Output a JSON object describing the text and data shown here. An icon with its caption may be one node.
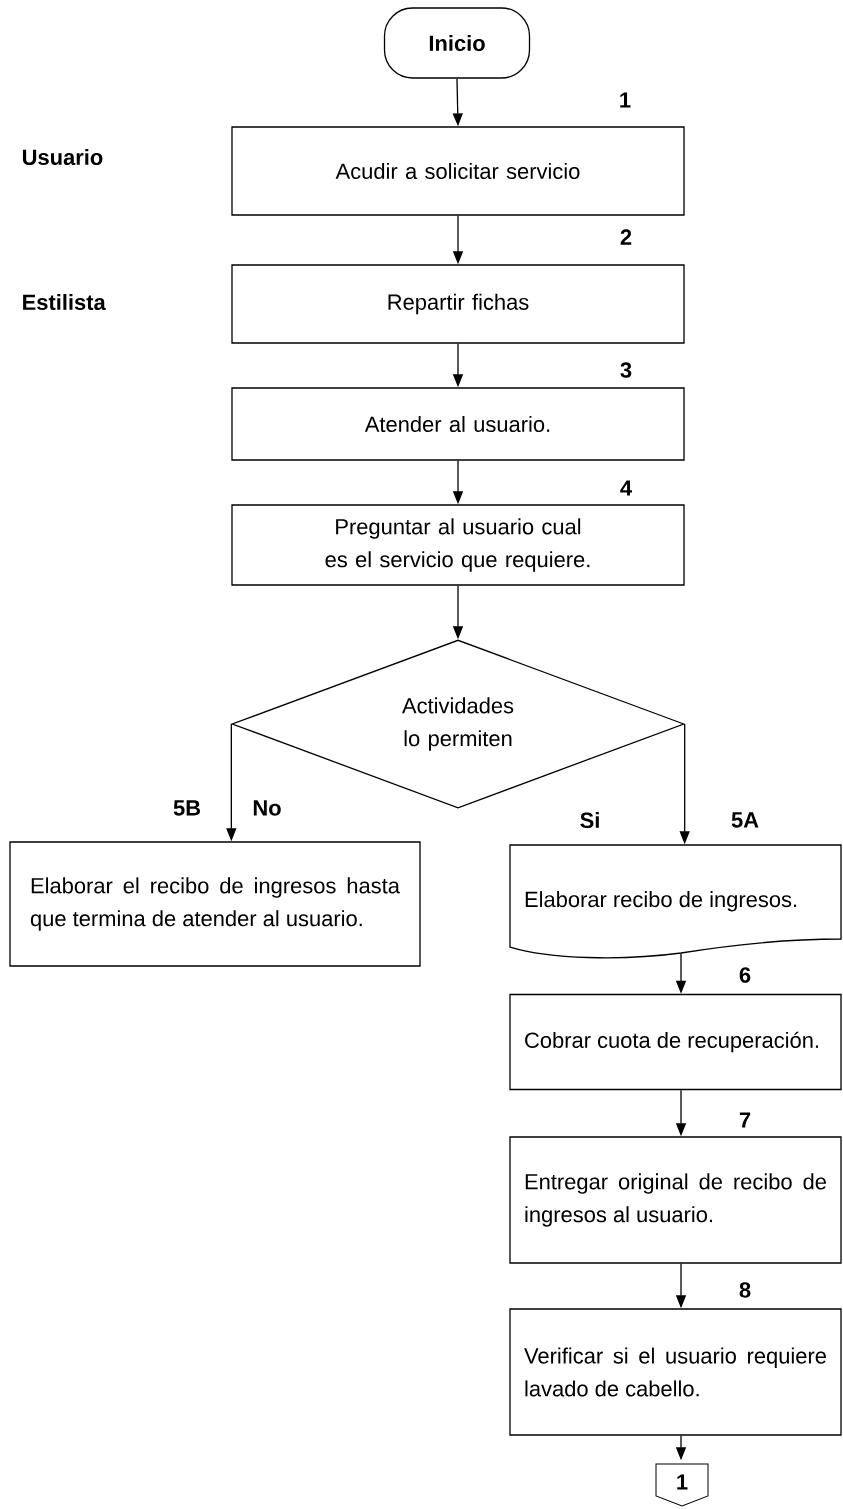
{
  "diagram": {
    "nodes": [
      {
        "text": [
          "Inicio"
        ]
      },
      {
        "text": [
          "Acudir a solicitar servicio"
        ],
        "beside": [
          "1"
        ]
      },
      {
        "text": [
          "Repartir fichas"
        ],
        "beside": [
          "2"
        ]
      },
      {
        "text": [
          "Atender al usuario."
        ],
        "beside": [
          "3"
        ]
      },
      {
        "text": [
          "Preguntar al usuario cual es el servicio que requiere."
        ],
        "beside": [
          "4"
        ]
      },
      {
        "text": [
          "Actividades lo permiten"
        ]
      },
      {
        "text": [
          "Elaborar el recibo de ingresos hasta que termina de atender al usuario."
        ],
        "beside": [
          "5B"
        ]
      },
      {
        "text": [
          "Elaborar recibo de ingresos."
        ],
        "beside": [
          "5A"
        ]
      },
      {
        "text": [
          "Cobrar cuota de recuperación."
        ],
        "beside": [
          "6"
        ]
      },
      {
        "text": [
          "Entregar original de recibo de ingresos al usuario."
        ],
        "beside": [
          "7"
        ]
      },
      {
        "text": [
          "Verificar si el usuario requiere lavado de cabello."
        ],
        "beside": [
          "8"
        ]
      },
      {
        "text": [
          "1"
        ]
      }
    ],
    "edges": [
      {
        "from": 0,
        "to": 1,
        "arrow": "to"
      },
      {
        "from": 1,
        "to": 2,
        "arrow": "to"
      },
      {
        "from": 2,
        "to": 3,
        "arrow": "to"
      },
      {
        "from": 3,
        "to": 4,
        "arrow": "to"
      },
      {
        "from": 4,
        "to": 5,
        "arrow": "to"
      },
      {
        "from": 5,
        "to": 6,
        "label": "No",
        "arrow": "to"
      },
      {
        "from": 5,
        "to": 7,
        "label": "Si",
        "arrow": "to"
      },
      {
        "from": 7,
        "to": 8,
        "arrow": "to"
      },
      {
        "from": 8,
        "to": 9,
        "arrow": "to"
      },
      {
        "from": 9,
        "to": 10,
        "arrow": "to"
      },
      {
        "from": 10,
        "to": 11,
        "arrow": "to"
      }
    ],
    "labels": [
      "Usuario",
      "Estilista"
    ]
  }
}
